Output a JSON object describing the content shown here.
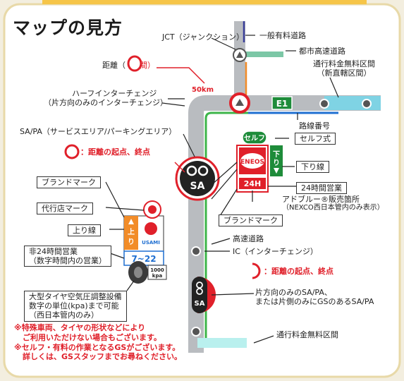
{
  "title": "マップの見方",
  "colors": {
    "accent_red": "#e0202a",
    "route_green": "#3db54a",
    "route_blue": "#1f6fd1",
    "toll_free": "#7fd3e4",
    "urban": "#7cc7a6",
    "road_grey": "#b9bcc0"
  },
  "map": {
    "route_number": "E1",
    "sa_label": "SA",
    "gs_brand": "ENEOS",
    "gs_24h": "24H",
    "self_badge": "セルフ",
    "down_char": "下",
    "up_char": "上",
    "line_char": "り",
    "brand_name": "USAMI",
    "hours": "7~22",
    "kpa_value": "1000",
    "kpa_unit": "kpa"
  },
  "labels": {
    "jct": "JCT（ジャンクション）",
    "general_road": "一般有料道路",
    "urban_expressway": "都市高速道路",
    "toll_free_1": "通行料金無料区間",
    "toll_free_2": "（新直轄区間）",
    "route_number": "路線番号",
    "distance_left": "距離（",
    "distance_right": "間）",
    "distance_value": "50km",
    "half_ic_1": "ハーフインターチェンジ",
    "half_ic_2": "（片方向のみのインターチェンジ）",
    "sapa": "SA/PA（サービスエリア/パーキングエリア）",
    "distance_point": "：距離の起点、終点",
    "self_service": "セルフ式",
    "down_lane": "下り線",
    "open_24h": "24時間営業",
    "adblue_1": "アドブルー®販売箇所",
    "adblue_2": "（NEXCO西日本管内のみ表示）",
    "brand_mark": "ブランドマーク",
    "agency_mark": "代行店マーク",
    "up_lane": "上り線",
    "not_24h_1": "非24時間営業",
    "not_24h_2": "（数字時間内の営業）",
    "tire_1": "大型タイヤ空気圧調整設備",
    "tire_2": "数字の単位(kpa)まで可能",
    "tire_3": "（西日本管内のみ）",
    "expressway": "高速道路",
    "ic": "IC（インターチェンジ）",
    "distance_point_half": "：距離の起点、終点",
    "one_side_1": "片方向のみのSA/PA、",
    "one_side_2": "または片側のみにGSのあるSA/PA",
    "toll_free_bottom": "通行料金無料区間"
  },
  "notes": [
    "※特殊車両、タイヤの形状などにより",
    "ご利用いただけない場合もございます。",
    "※セルフ・有料の作業となるGSがございます。",
    "詳しくは、GSスタッフまでお尋ねください。"
  ]
}
